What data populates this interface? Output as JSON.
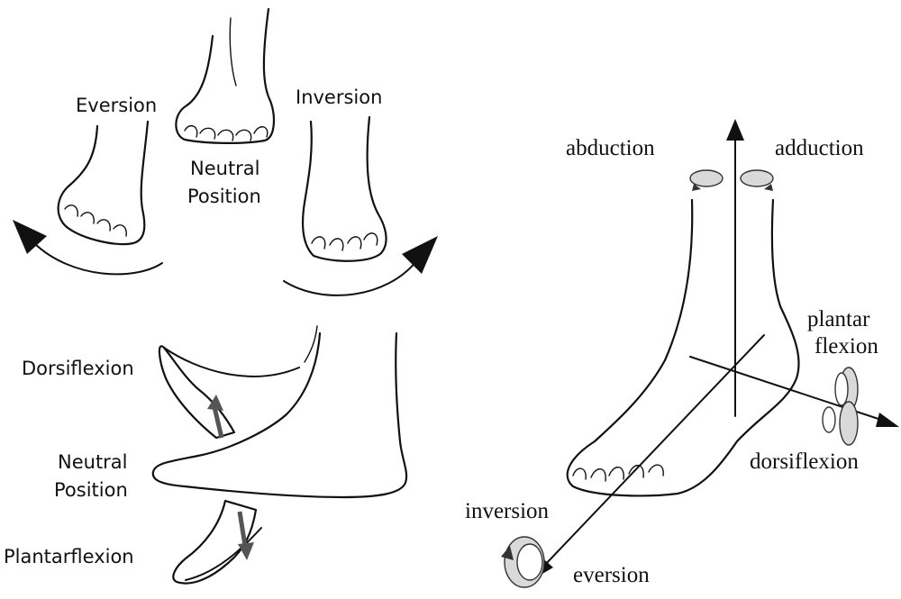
{
  "left_top": {
    "eversion": "Eversion",
    "inversion": "Inversion",
    "neutral_line1": "Neutral",
    "neutral_line2": "Position"
  },
  "left_bottom": {
    "dorsiflexion": "Dorsiflexion",
    "neutral_line1": "Neutral",
    "neutral_line2": "Position",
    "plantarflexion": "Plantarflexion"
  },
  "right": {
    "abduction": "abduction",
    "adduction": "adduction",
    "plantar_line1": "plantar",
    "plantar_line2": "flexion",
    "dorsiflexion": "dorsiflexion",
    "inversion": "inversion",
    "eversion": "eversion"
  },
  "colors": {
    "ink": "#111111",
    "rotation_arrow_fill": "#d9d9d9",
    "flex_arrow": "#555555"
  }
}
